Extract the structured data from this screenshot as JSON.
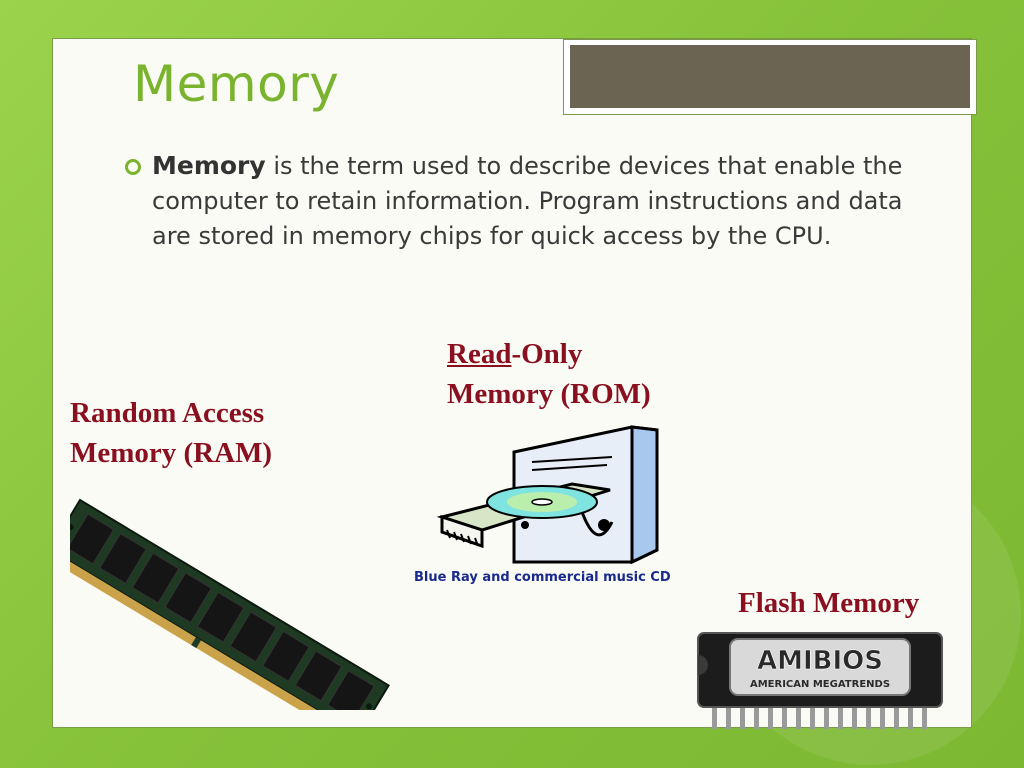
{
  "slide": {
    "title": "Memory",
    "bullet": {
      "strong": "Memory",
      "text": " is the term used to describe devices that enable the computer to retain information.  Program instructions and data are stored in memory chips for quick access by the CPU."
    },
    "rom": {
      "underlined": "Read",
      "rest": "-Only",
      "line2": "Memory (ROM)"
    },
    "ram": {
      "line1": "Random Access",
      "line2": "Memory (RAM)"
    },
    "caption": "Blue Ray and commercial music CD",
    "flash": "Flash Memory",
    "chip": {
      "logo": "AMIBIOS",
      "sub": "AMERICAN MEGATRENDS"
    }
  },
  "colors": {
    "background": "#8cc63f",
    "title": "#7ab32e",
    "labels": "#8a1020",
    "caption": "#1a2a8c"
  }
}
